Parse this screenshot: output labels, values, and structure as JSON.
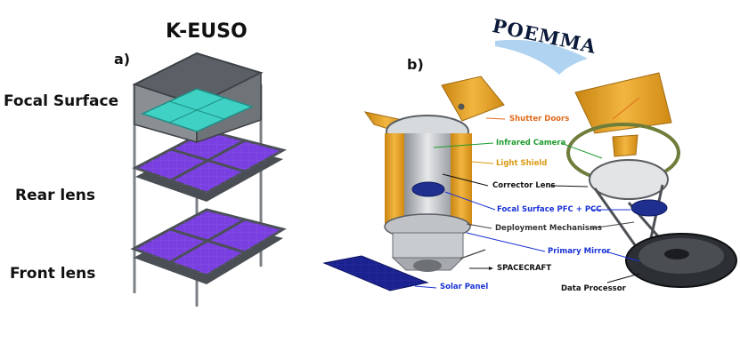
{
  "panel_a": {
    "title": "K-EUSO",
    "letter": "a)",
    "labels": {
      "focal_surface": "Focal Surface",
      "rear_lens": "Rear lens",
      "front_lens": "Front lens"
    }
  },
  "panel_b": {
    "letter": "b)",
    "logo": "POEMMA",
    "callouts": {
      "shutter_doors": "Shutter Doors",
      "infrared_camera": "Infrared Camera",
      "light_shield": "Light Shield",
      "corrector_lens": "Corrector Lens",
      "focal_surface": "Focal Surface PFC + PCC",
      "deployment": "Deployment Mechanisms",
      "primary_mirror": "Primary Mirror",
      "spacecraft": "SPACECRAFT",
      "solar_panel": "Solar Panel",
      "data_processor": "Data Processor"
    }
  },
  "colors": {
    "lens_purple": "#7a3fe0",
    "focal_teal": "#3fd1c4",
    "shield_gold": "#e8a62a",
    "callout_orange": "#e06a1a",
    "callout_green": "#1c9a2e",
    "callout_gold": "#d99a12",
    "callout_blue": "#1a33d6",
    "callout_black": "#111111"
  }
}
